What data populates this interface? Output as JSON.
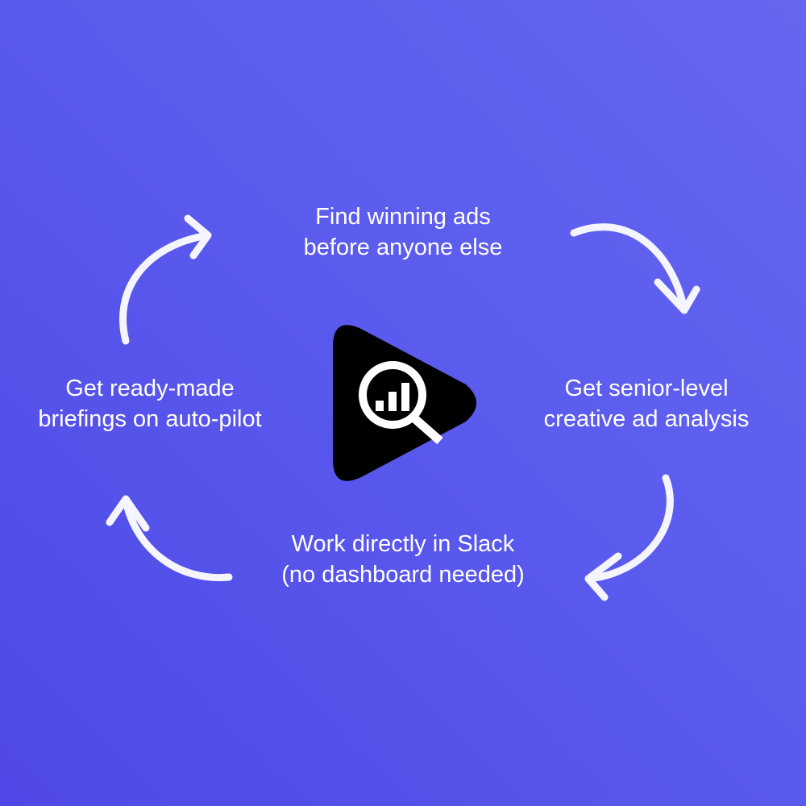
{
  "cycle": {
    "steps": [
      {
        "line1": "Find winning ads",
        "line2": "before anyone else"
      },
      {
        "line1": "Get senior-level",
        "line2": "creative ad analysis"
      },
      {
        "line1": "Work directly in Slack",
        "line2": "(no dashboard needed)"
      },
      {
        "line1": "Get ready-made",
        "line2": "briefings on auto-pilot"
      }
    ]
  },
  "logo": {
    "icon": "play-triangle-magnifier-bar-chart",
    "color": "#000000"
  },
  "colors": {
    "arrow": "#f5f5ff",
    "background_start": "#6666f1",
    "background_end": "#4f48e6"
  }
}
